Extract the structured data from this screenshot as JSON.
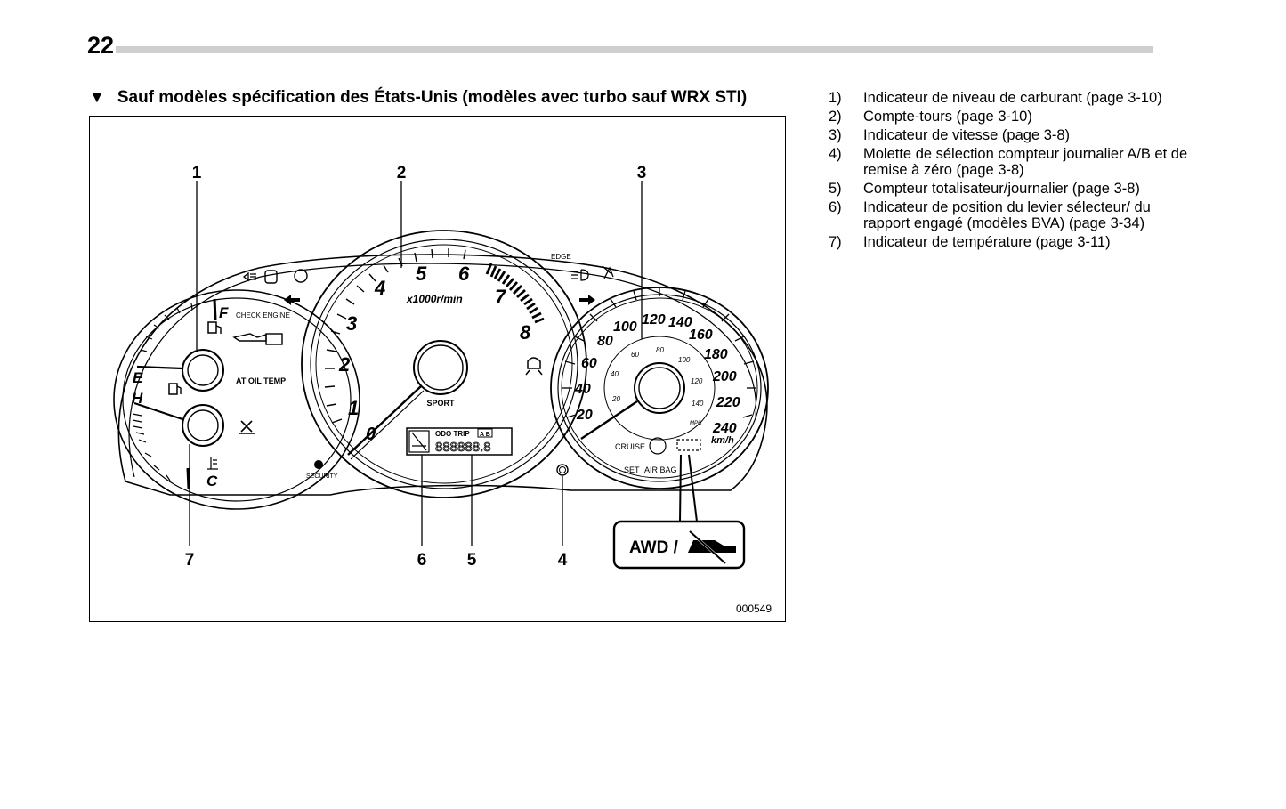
{
  "page": {
    "number": "22"
  },
  "section": {
    "marker": "▼",
    "title": "Sauf modèles spécification des États-Unis (modèles avec turbo sauf WRX STI)"
  },
  "figure": {
    "code": "000549",
    "callouts": [
      "1",
      "2",
      "3",
      "7",
      "6",
      "5",
      "4"
    ],
    "awd_label": "AWD /",
    "tachometer": {
      "numbers": [
        "1",
        "2",
        "3",
        "4",
        "5",
        "6",
        "7",
        "8"
      ],
      "unit": "x1000r/min",
      "mode": "SPORT",
      "zero": "0"
    },
    "speedometer": {
      "kmh_labels": [
        "20",
        "40",
        "60",
        "80",
        "100",
        "120",
        "140",
        "160",
        "180",
        "200",
        "220",
        "240"
      ],
      "kmh_unit": "km/h",
      "mph_labels": [
        "20",
        "40",
        "60",
        "80",
        "100",
        "120",
        "140"
      ],
      "mph_unit": "MPH"
    },
    "left_gauge": {
      "fuel_full": "F",
      "fuel_empty": "E",
      "temp_hot": "H",
      "temp_cold": "C"
    },
    "indicator_texts": {
      "check_engine": "CHECK ENGINE",
      "at_oil_temp": "AT OIL TEMP",
      "security": "SECURITY",
      "cruise": "CRUISE",
      "set": "SET",
      "airbag": "AIR BAG",
      "edge": "EDGE",
      "odo_trip": "ODO TRIP",
      "ab": "A B",
      "odo_digits": "888888.8"
    }
  },
  "legend": {
    "items": [
      {
        "num": "1)",
        "text": "Indicateur de niveau de carburant (page 3-10)"
      },
      {
        "num": "2)",
        "text": "Compte-tours (page 3-10)"
      },
      {
        "num": "3)",
        "text": "Indicateur de vitesse (page 3-8)"
      },
      {
        "num": "4)",
        "text": "Molette de sélection compteur journalier A/B et de remise à zéro (page 3-8)"
      },
      {
        "num": "5)",
        "text": "Compteur totalisateur/journalier (page 3-8)"
      },
      {
        "num": "6)",
        "text": "Indicateur de position du levier sélecteur/ du rapport engagé (modèles BVA) (page 3-34)"
      },
      {
        "num": "7)",
        "text": "Indicateur de température (page 3-11)"
      }
    ]
  }
}
